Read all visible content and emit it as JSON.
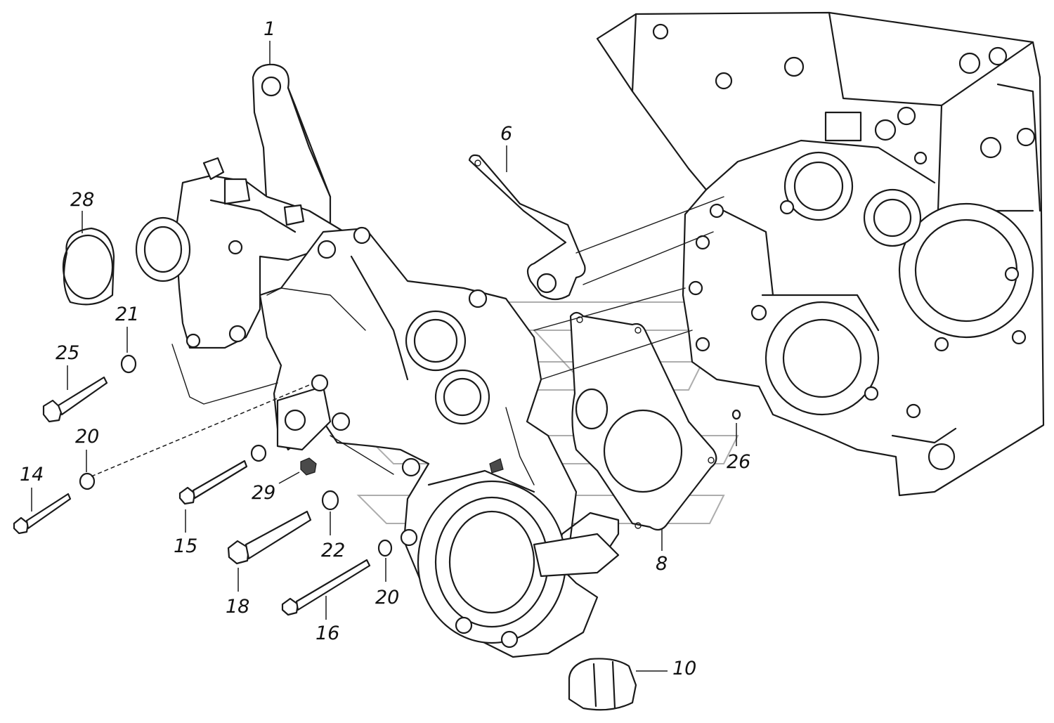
{
  "callouts": {
    "c1": "1",
    "c6": "6",
    "c28": "28",
    "c21": "21",
    "c25": "25",
    "c20a": "20",
    "c14": "14",
    "c15": "15",
    "c29": "29",
    "c22": "22",
    "c18": "18",
    "c20b": "20",
    "c16": "16",
    "c8": "8",
    "c26": "26",
    "c10": "10"
  }
}
